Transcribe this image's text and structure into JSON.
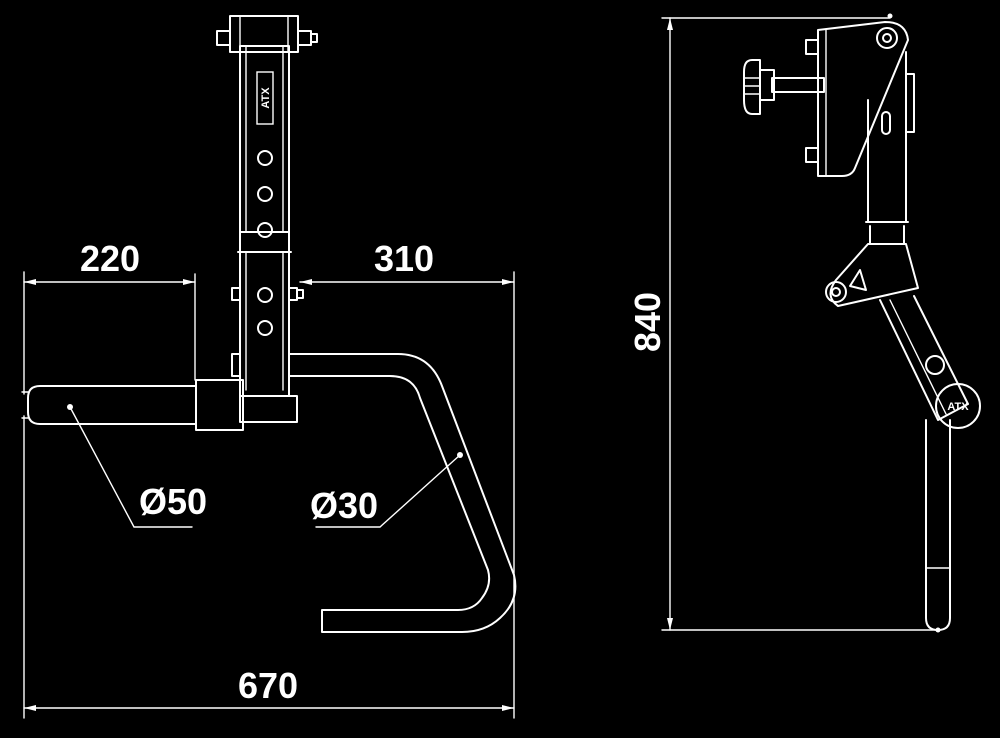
{
  "dimensions": {
    "left_offset": "220",
    "right_offset": "310",
    "overall_width": "670",
    "overall_height": "840",
    "rod_diameter": "Ø50",
    "handle_diameter": "Ø30"
  },
  "logo": {
    "front": "ATX",
    "side": "ATX"
  },
  "colors": {
    "background": "#000000",
    "line": "#ffffff"
  }
}
